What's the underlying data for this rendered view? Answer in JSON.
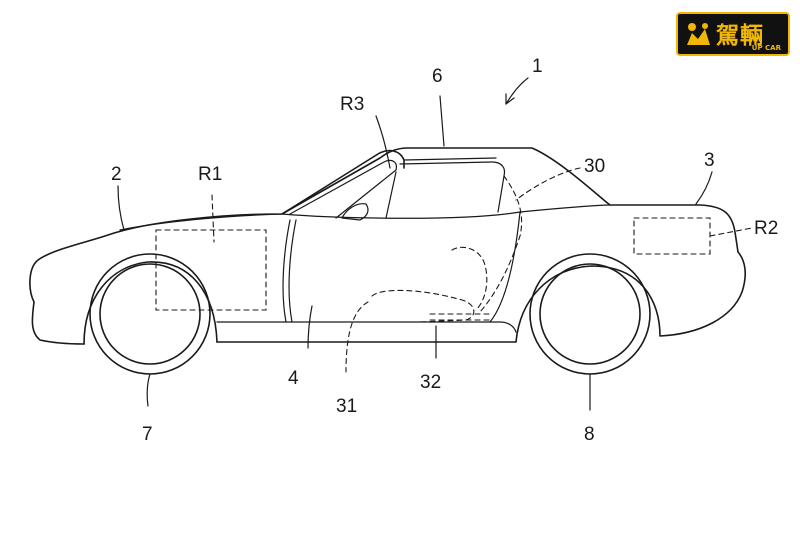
{
  "diagram": {
    "labels": {
      "l1": "1",
      "l2": "2",
      "l3": "3",
      "l4": "4",
      "l6": "6",
      "l7": "7",
      "l8": "8",
      "r1": "R1",
      "r2": "R2",
      "r3": "R3",
      "l30": "30",
      "l31": "31",
      "l32": "32"
    }
  },
  "watermark": {
    "brand": "駕輛",
    "sub": "UP CAR"
  },
  "colors": {
    "line": "#1a1a1a",
    "logo_bg": "#111111",
    "logo_fg": "#f2b705"
  }
}
